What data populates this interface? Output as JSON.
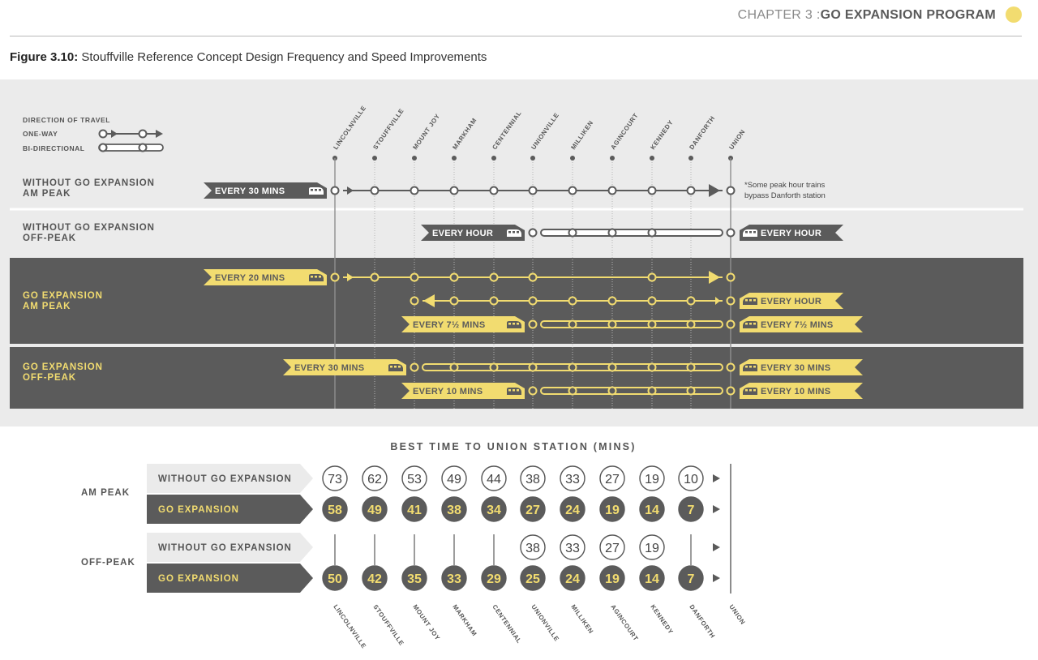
{
  "header": {
    "chapter": "CHAPTER 3 :",
    "program": "GO EXPANSION PROGRAM"
  },
  "figure": {
    "label": "Figure 3.10:",
    "title": "Stouffville Reference Concept Design Frequency and Speed Improvements"
  },
  "colors": {
    "dark": "#5b5b5b",
    "yellow": "#f2dc70",
    "light": "#ebebeb",
    "grey_text": "#555555"
  },
  "stations": [
    "LINCOLNVILLE",
    "STOUFFVILLE",
    "MOUNT JOY",
    "MARKHAM",
    "CENTENNIAL",
    "UNIONVILLE",
    "MILLIKEN",
    "AGINCOURT",
    "KENNEDY",
    "DANFORTH",
    "UNION"
  ],
  "legend": {
    "title": "DIRECTION OF TRAVEL",
    "one_way": "ONE-WAY",
    "bi_directional": "BI-DIRECTIONAL"
  },
  "note": [
    "*Some peak hour trains",
    "bypass Danforth station"
  ],
  "sections": [
    {
      "title": [
        "WITHOUT GO EXPANSION",
        "AM PEAK"
      ],
      "dark": false
    },
    {
      "title": [
        "WITHOUT GO EXPANSION",
        "OFF-PEAK"
      ],
      "dark": false
    },
    {
      "title": [
        "GO EXPANSION",
        "AM PEAK"
      ],
      "dark": true
    },
    {
      "title": [
        "GO EXPANSION",
        "OFF-PEAK"
      ],
      "dark": true
    }
  ],
  "services": [
    {
      "section": 0,
      "row": 0,
      "type": "one-way",
      "from": 0,
      "to": 10,
      "stops": [
        0,
        1,
        2,
        3,
        4,
        5,
        6,
        7,
        8,
        9,
        10
      ],
      "left_label": "EVERY 30 MINS"
    },
    {
      "section": 1,
      "row": 0,
      "type": "bi-directional",
      "from": 5,
      "to": 10,
      "stops": [
        5,
        6,
        7,
        8,
        10
      ],
      "left_label": "EVERY HOUR",
      "right_label": "EVERY HOUR"
    },
    {
      "section": 2,
      "row": 0,
      "type": "one-way",
      "from": 0,
      "to": 10,
      "stops": [
        0,
        1,
        2,
        3,
        4,
        5,
        8,
        10
      ],
      "left_label": "EVERY 20 MINS"
    },
    {
      "section": 2,
      "row": 1,
      "type": "one-way-reverse",
      "from": 2,
      "to": 10,
      "stops": [
        2,
        3,
        4,
        5,
        6,
        7,
        8,
        9,
        10
      ],
      "right_label": "EVERY HOUR"
    },
    {
      "section": 2,
      "row": 2,
      "type": "bi-directional",
      "from": 5,
      "to": 10,
      "stops": [
        5,
        6,
        7,
        8,
        9,
        10
      ],
      "left_label": "EVERY 7½ MINS",
      "right_label": "EVERY 7½ MINS"
    },
    {
      "section": 3,
      "row": 0,
      "type": "bi-directional",
      "from": 2,
      "to": 10,
      "stops": [
        2,
        3,
        4,
        5,
        6,
        7,
        8,
        9,
        10
      ],
      "left_label": "EVERY 30 MINS",
      "right_label": "EVERY 30 MINS"
    },
    {
      "section": 3,
      "row": 1,
      "type": "bi-directional",
      "from": 5,
      "to": 10,
      "stops": [
        5,
        6,
        7,
        8,
        9,
        10
      ],
      "left_label": "EVERY 10 MINS",
      "right_label": "EVERY 10 MINS"
    }
  ],
  "best_time": {
    "title": "BEST TIME TO UNION STATION (MINS)",
    "groups": [
      {
        "label": "AM PEAK",
        "rows": [
          {
            "label": "WITHOUT GO EXPANSION",
            "dark": false,
            "values": [
              73,
              62,
              53,
              49,
              44,
              38,
              33,
              27,
              19,
              10
            ]
          },
          {
            "label": "GO EXPANSION",
            "dark": true,
            "values": [
              58,
              49,
              41,
              38,
              34,
              27,
              24,
              19,
              14,
              7
            ]
          }
        ]
      },
      {
        "label": "OFF-PEAK",
        "rows": [
          {
            "label": "WITHOUT GO EXPANSION",
            "dark": false,
            "values": [
              null,
              null,
              null,
              null,
              null,
              38,
              33,
              27,
              19,
              null
            ]
          },
          {
            "label": "GO EXPANSION",
            "dark": true,
            "values": [
              50,
              42,
              35,
              33,
              29,
              25,
              24,
              19,
              14,
              7
            ]
          }
        ]
      }
    ]
  }
}
